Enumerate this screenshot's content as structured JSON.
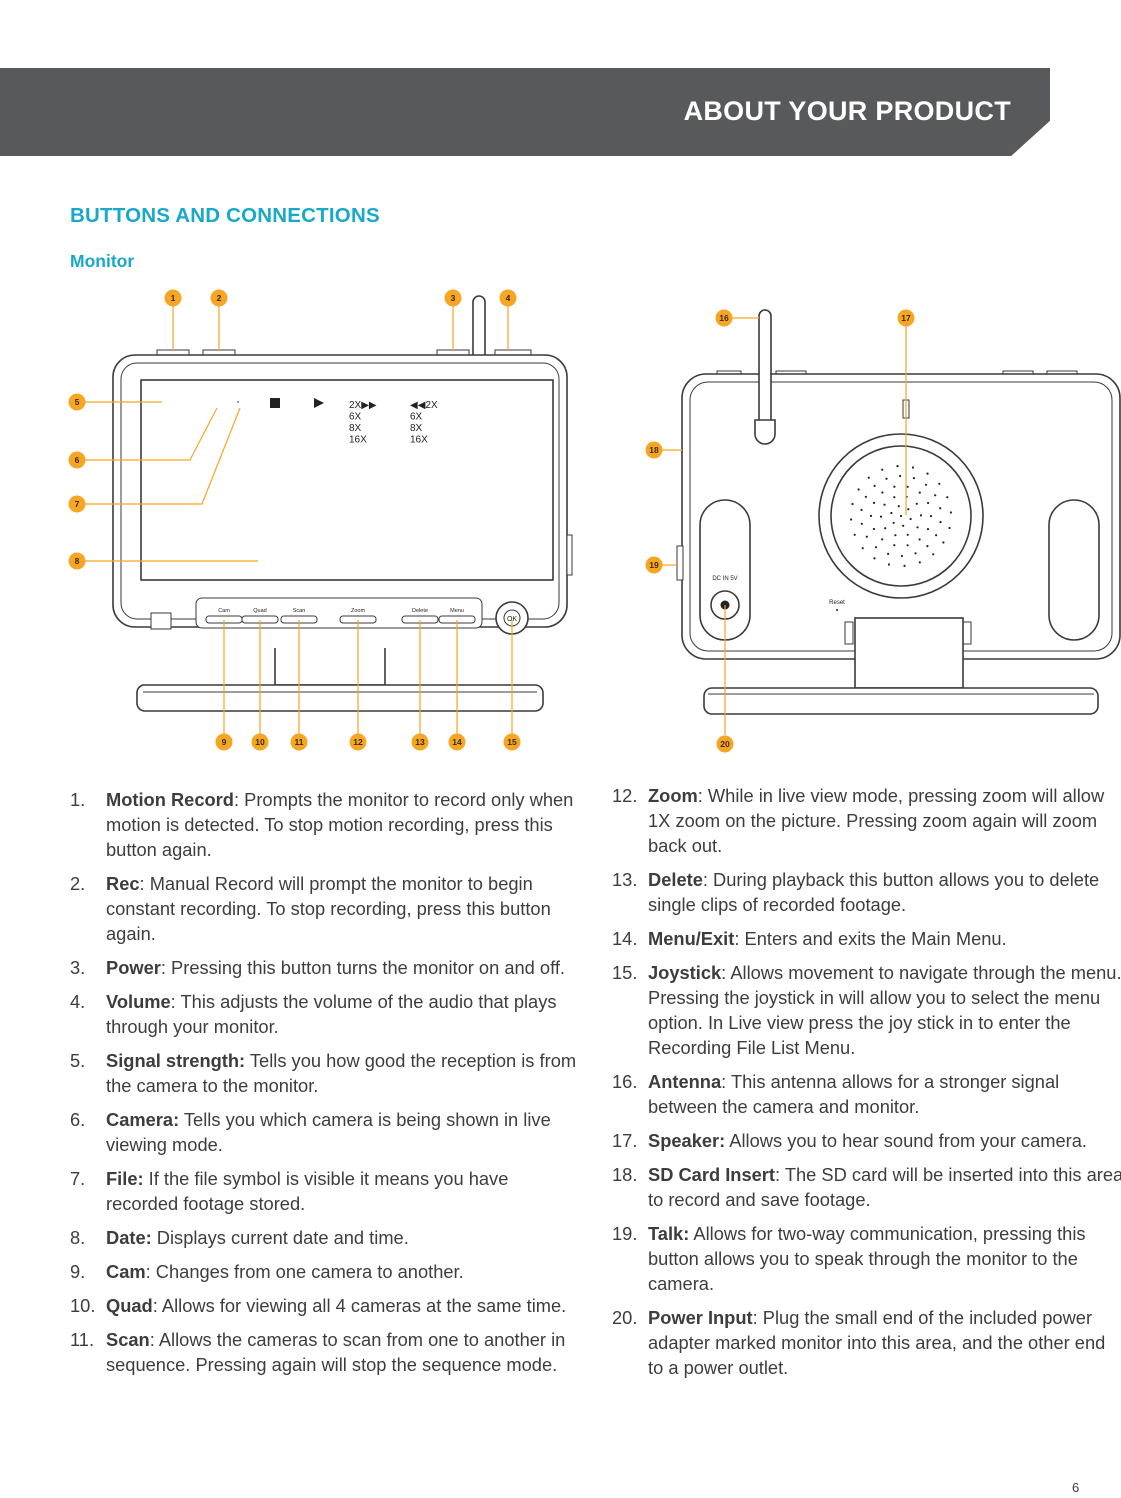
{
  "header": {
    "title": "ABOUT YOUR PRODUCT"
  },
  "section_title": "BUTTONS AND CONNECTIONS",
  "subsection_title": "Monitor",
  "diagram": {
    "screen_icons": {
      "stop": "■",
      "play": "▶"
    },
    "screen_speeds_forward": [
      "2X▶▶",
      "6X",
      "8X",
      "16X"
    ],
    "screen_speeds_reverse": [
      "◀◀2X",
      "6X",
      "8X",
      "16X"
    ],
    "buttons": [
      "Cam",
      "Quad",
      "Scan",
      "Zoom",
      "Delete",
      "Menu"
    ],
    "joystick_label": "OK",
    "dc_in_label": "DC IN 5V",
    "reset_label": "Reset",
    "callouts": [
      "1",
      "2",
      "3",
      "4",
      "5",
      "6",
      "7",
      "8",
      "9",
      "10",
      "11",
      "12",
      "13",
      "14",
      "15",
      "16",
      "17",
      "18",
      "19",
      "20"
    ]
  },
  "items_left": [
    {
      "num": "1.",
      "term": "Motion Record",
      "desc": ": Prompts the monitor to record only when motion is detected. To stop motion recording, press this button again."
    },
    {
      "num": "2.",
      "term": "Rec",
      "desc": ": Manual Record will prompt the monitor to begin constant recording. To stop recording, press this button again."
    },
    {
      "num": "3.",
      "term": "Power",
      "desc": ": Pressing this button turns the monitor on and off."
    },
    {
      "num": "4.",
      "term": "Volume",
      "desc": ": This adjusts the volume of the audio that plays through your monitor."
    },
    {
      "num": "5.",
      "term": "Signal strength:",
      "desc": " Tells you how good the reception is from the camera to the monitor."
    },
    {
      "num": "6.",
      "term": "Camera:",
      "desc": " Tells you which camera is being shown in live viewing mode."
    },
    {
      "num": "7.",
      "term": "File:",
      "desc": " If the file symbol is visible it means you have recorded footage stored."
    },
    {
      "num": "8.",
      "term": "Date:",
      "desc": " Displays current date and time."
    },
    {
      "num": "9.",
      "term": "Cam",
      "desc": ": Changes from one camera to another."
    },
    {
      "num": "10.",
      "term": "Quad",
      "desc": ": Allows for viewing all 4 cameras at the same time."
    },
    {
      "num": "11.",
      "term": "Scan",
      "desc": ": Allows the cameras to scan from one to another in sequence. Pressing again will stop the sequence mode."
    }
  ],
  "items_right": [
    {
      "num": "12.",
      "term": "Zoom",
      "desc": ": While in live view mode, pressing zoom will allow 1X zoom on the picture. Pressing zoom again will zoom back out."
    },
    {
      "num": "13.",
      "term": "Delete",
      "desc": ": During playback this button allows you to delete single clips of recorded footage."
    },
    {
      "num": "14.",
      "term": "Menu/Exit",
      "desc": ": Enters and exits the Main Menu."
    },
    {
      "num": "15.",
      "term": "Joystick",
      "desc": ":  Allows movement to navigate through the menu. Pressing the joystick in will allow you to select the menu option. In Live view press the joy stick in to enter the Recording File List Menu."
    },
    {
      "num": "16.",
      "term": "Antenna",
      "desc": ": This antenna allows for a stronger signal between the camera and monitor."
    },
    {
      "num": "17.",
      "term": "Speaker:",
      "desc": " Allows you to hear sound from your camera."
    },
    {
      "num": "18.",
      "term": "SD Card Insert",
      "desc": ": The SD card will be inserted into this area to record and save footage."
    },
    {
      "num": "19.",
      "term": "Talk:",
      "desc": " Allows for two-way communication, pressing this button allows you to speak through the monitor to the camera."
    },
    {
      "num": "20.",
      "term": "Power Input",
      "desc": ": Plug the small end of the included power adapter marked monitor into this area, and the other end to a power outlet."
    }
  ],
  "page_number": "6"
}
